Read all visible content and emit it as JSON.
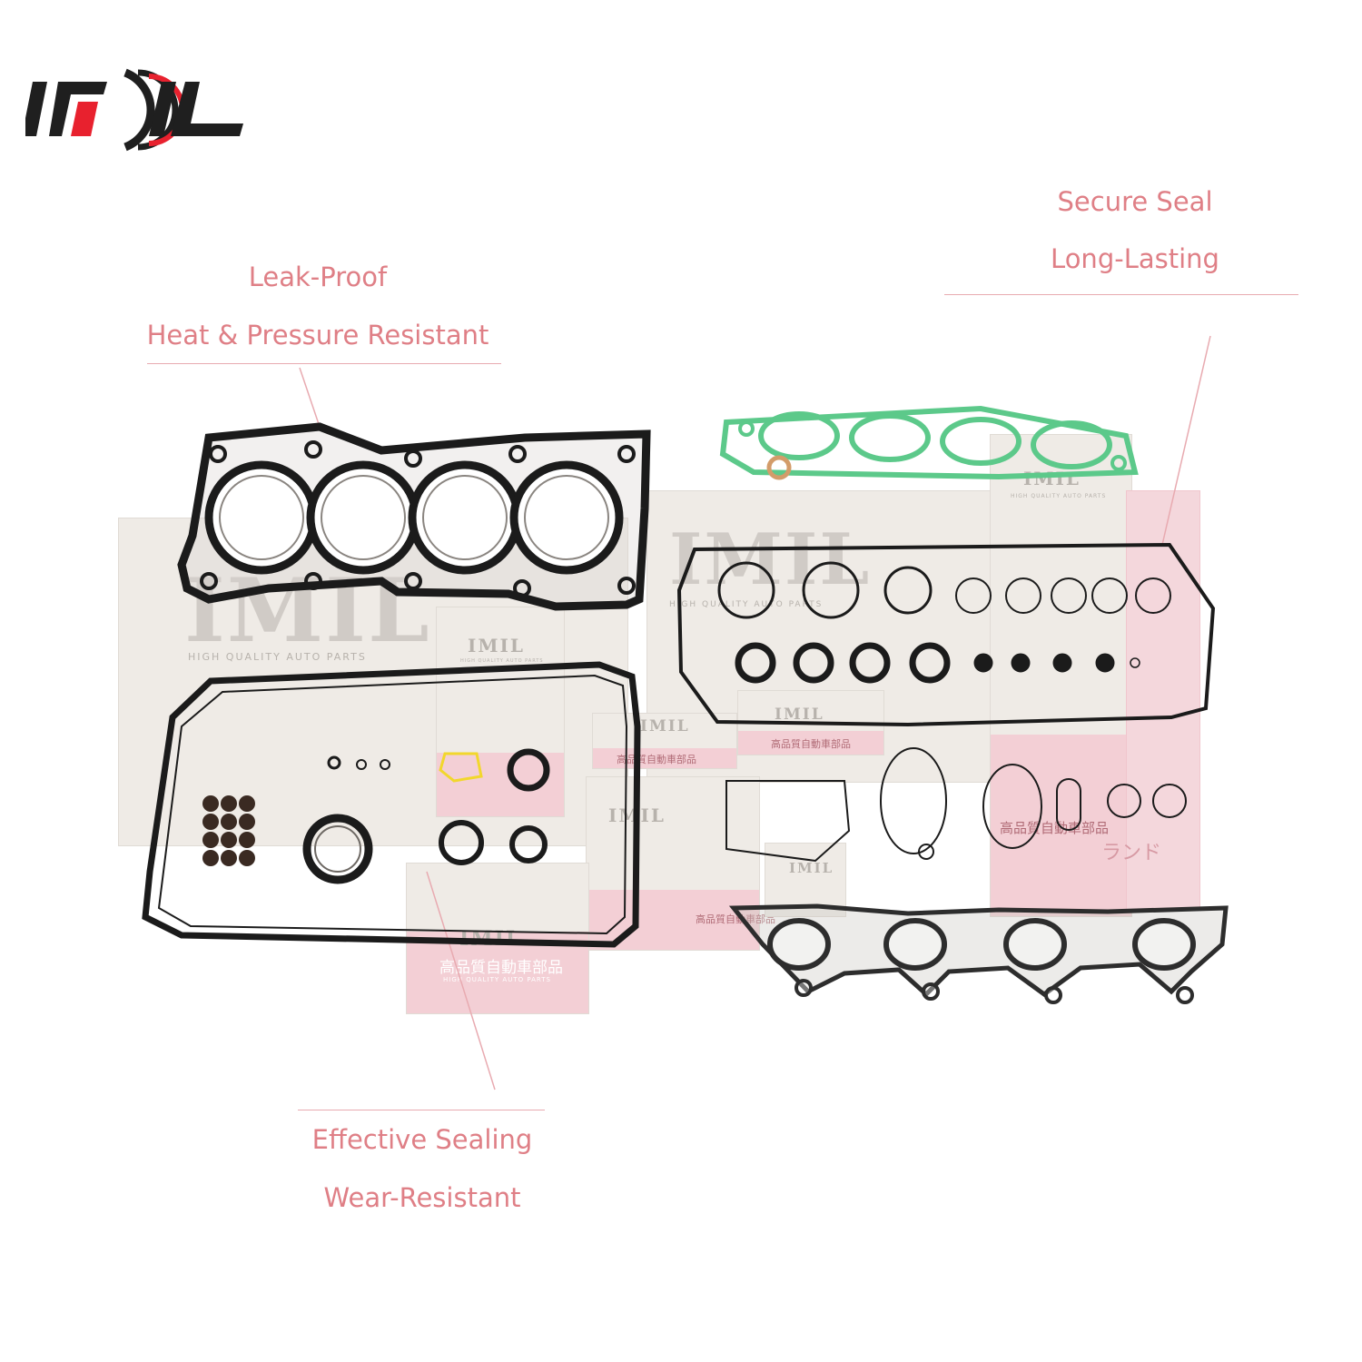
{
  "logo": {
    "text": "IMIL",
    "icon": "brand-logo-icon",
    "colors": {
      "dark": "#1f1f1f",
      "red": "#e8212e"
    }
  },
  "callouts": {
    "top_left": {
      "line1": "Leak-Proof",
      "line2": "Heat & Pressure Resistant"
    },
    "top_right": {
      "line1": "Secure Seal",
      "line2": "Long-Lasting"
    },
    "bottom": {
      "line1": "Effective Sealing",
      "line2": "Wear-Resistant"
    }
  },
  "packaging": {
    "brand": "IMIL",
    "tagline": "HIGH QUALITY AUTO PARTS",
    "jp_tagline": "高品質自動車部品",
    "jp_suffix": "ランド"
  },
  "colors": {
    "accent": "#df7f86",
    "box_pink": "#f3cfd5",
    "gasket_green": "#5cc98a"
  }
}
